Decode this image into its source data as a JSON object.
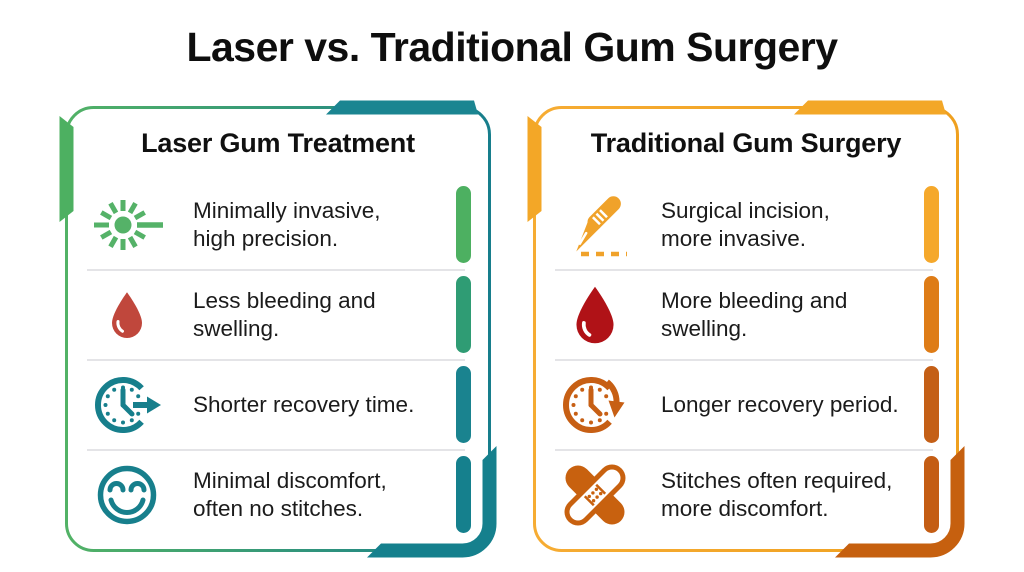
{
  "title": "Laser vs. Traditional Gum Surgery",
  "cards": [
    {
      "title": "Laser Gum Treatment",
      "rows": [
        {
          "icon": "laser-beam-icon",
          "text": "Minimally invasive,\nhigh precision."
        },
        {
          "icon": "blood-drop-icon",
          "text": "Less bleeding and\nswelling."
        },
        {
          "icon": "clock-forward-icon",
          "text": "Shorter recovery time."
        },
        {
          "icon": "smiley-face-icon",
          "text": "Minimal discomfort,\noften no stitches."
        }
      ]
    },
    {
      "title": "Traditional Gum Surgery",
      "rows": [
        {
          "icon": "scalpel-icon",
          "text": "Surgical incision,\nmore invasive."
        },
        {
          "icon": "blood-drop-icon",
          "text": "More bleeding and\nswelling."
        },
        {
          "icon": "clock-delay-icon",
          "text": "Longer recovery period."
        },
        {
          "icon": "crossed-bandages-icon",
          "text": "Stitches often required,\nmore discomfort."
        }
      ]
    }
  ],
  "palette": {
    "background": "#FFFFFF",
    "title_text": "#0E0E0E",
    "body_text": "#1B1B1B",
    "divider": "#E4E4E7",
    "laser_card": {
      "border_gradient": [
        "#52B266",
        "#177E8C"
      ],
      "accent_green": "#4DB061",
      "accent_teal": "#15808D",
      "side_bars": [
        "#4DB061",
        "#2F9C74",
        "#1A838F",
        "#15808D"
      ],
      "icon_green": "#55B268",
      "icon_teal": "#177F8C",
      "icon_red": "#C0473C"
    },
    "traditional_card": {
      "border": "#F2A62B",
      "accent_amber": "#F3A727",
      "accent_dark_orange": "#C6600F",
      "side_bars": [
        "#F5A82B",
        "#DE7C17",
        "#C45F16",
        "#C45D14"
      ],
      "icon_amber": "#F0A22A",
      "icon_dark_orange": "#C8610F",
      "icon_red": "#B01217"
    }
  }
}
